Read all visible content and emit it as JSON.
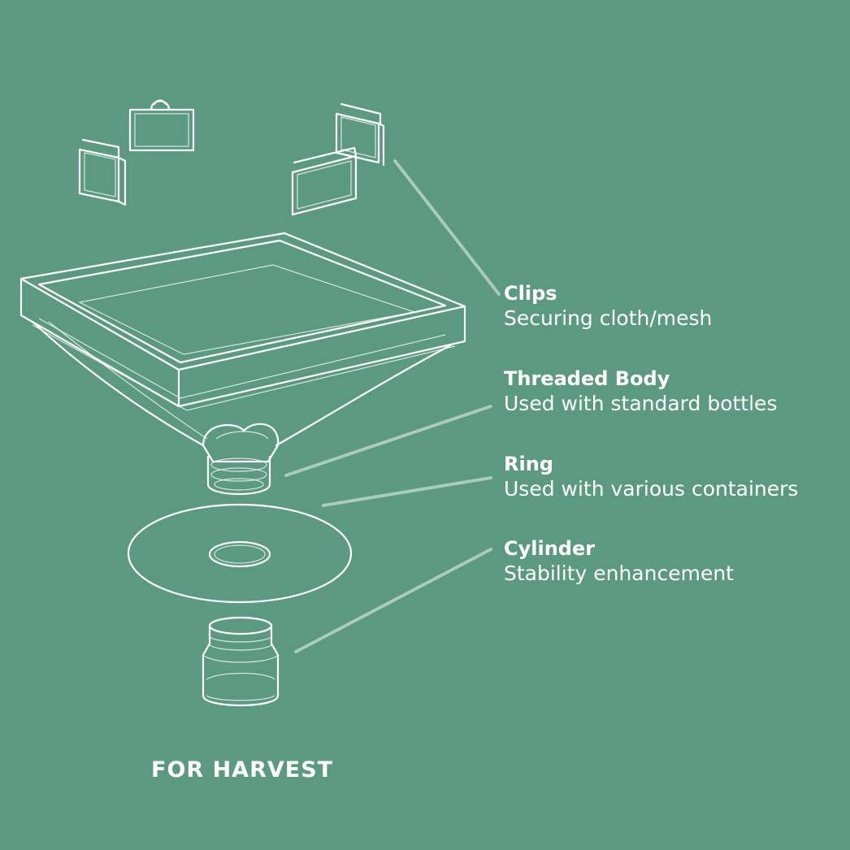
{
  "parts": [
    {
      "name": "Clips",
      "desc": "Securing cloth/mesh"
    },
    {
      "name": "Threaded Body",
      "desc": "Used with standard bottles"
    },
    {
      "name": "Ring",
      "desc": "Used with various containers"
    },
    {
      "name": "Cylinder",
      "desc": "Stability enhancement"
    }
  ],
  "footer": "FOR HARVEST",
  "colors": {
    "background": "#5b9a80",
    "line": "#ffffff"
  }
}
